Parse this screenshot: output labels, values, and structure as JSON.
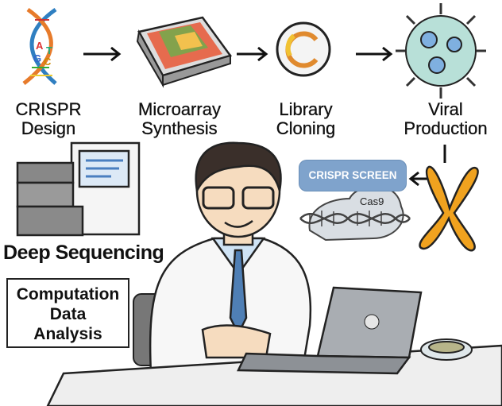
{
  "steps": [
    {
      "label_line1": "CRISPR",
      "label_line2": "Design"
    },
    {
      "label_line1": "Microarray",
      "label_line2": "Synthesis"
    },
    {
      "label_line1": "Library",
      "label_line2": "Cloning"
    },
    {
      "label_line1": "Viral",
      "label_line2": "Production"
    }
  ],
  "dna_letters": [
    "A",
    "T",
    "G",
    "C"
  ],
  "deep_sequencing": "Deep Sequencing",
  "computation": {
    "line1": "Computation",
    "line2": "Data",
    "line3": "Analysis"
  },
  "screen_badge": "CRISPR SCREEN",
  "cas9_label": "Cas9"
}
